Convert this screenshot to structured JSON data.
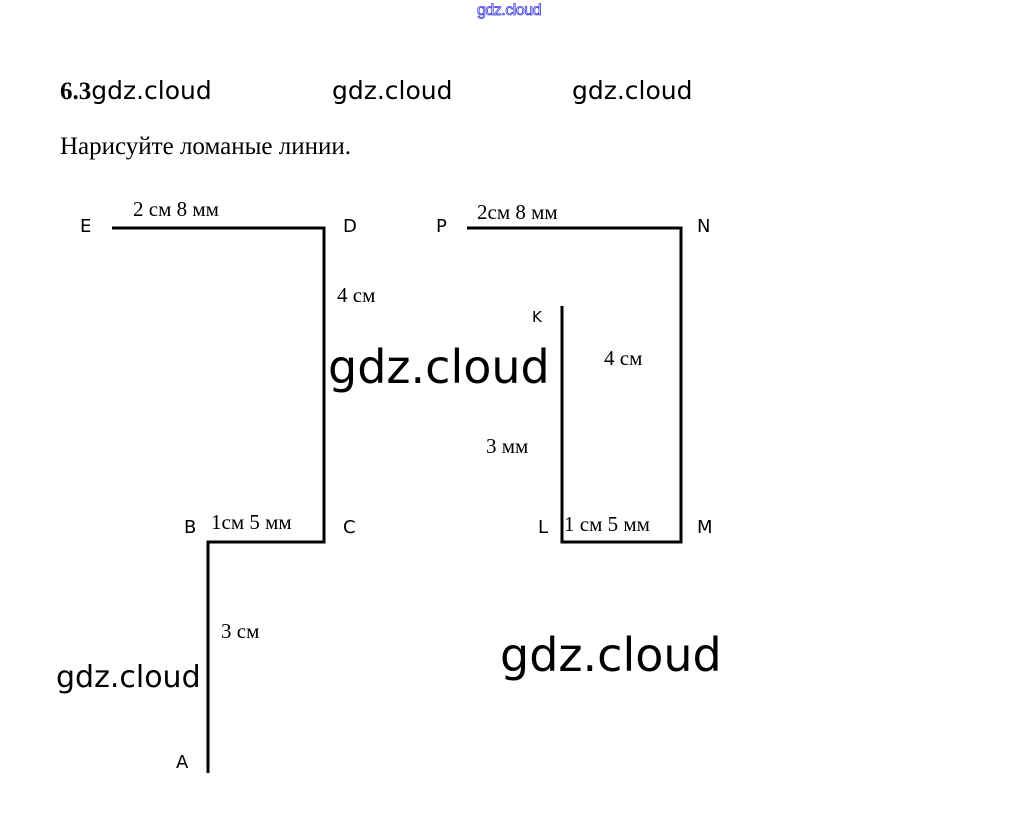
{
  "watermark_top": "gdz.cloud",
  "header": {
    "number": "6.3",
    "watermark": "gdz.cloud"
  },
  "watermarks": [
    "gdz.cloud",
    "gdz.cloud",
    "gdz.cloud",
    "gdz.cloud",
    "gdz.cloud"
  ],
  "task": "Нарисуйте ломаные линии.",
  "figure1": {
    "points": {
      "E": "E",
      "D": "D",
      "C": "C",
      "B": "B",
      "A": "A"
    },
    "lengths": {
      "ED": "2 см 8 мм",
      "DC": "4 см",
      "CB": "1см 5 мм",
      "BA": "3 см"
    }
  },
  "figure2": {
    "points": {
      "P": "P",
      "N": "N",
      "M": "M",
      "L": "L",
      "K": "K"
    },
    "lengths": {
      "PN": "2см 8 мм",
      "NM": "4 см",
      "ML": "1 см 5 мм",
      "LK": "3 мм"
    }
  }
}
